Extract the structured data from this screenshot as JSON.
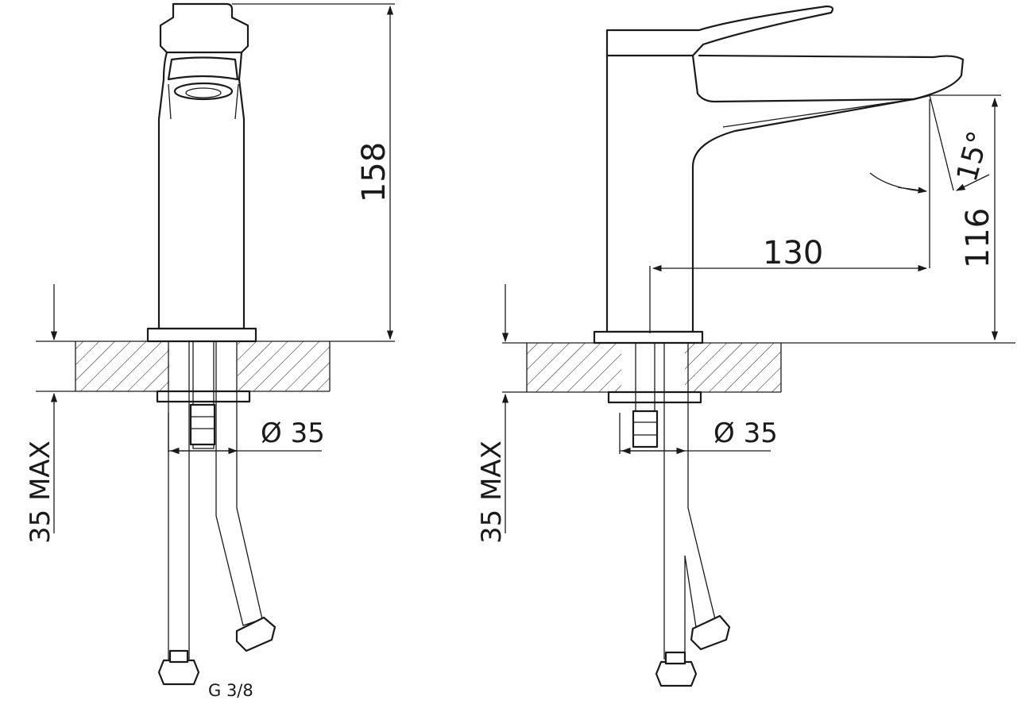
{
  "diagram": {
    "front_view": {
      "height_dim": "158",
      "under_counter_dim": "35 MAX",
      "hole_dim": "Ø 35",
      "thread_label": "G 3/8"
    },
    "side_view": {
      "reach_dim": "130",
      "spout_height_dim": "116",
      "angle_dim": "15°",
      "under_counter_dim": "35 MAX",
      "hole_dim": "Ø 35"
    }
  }
}
